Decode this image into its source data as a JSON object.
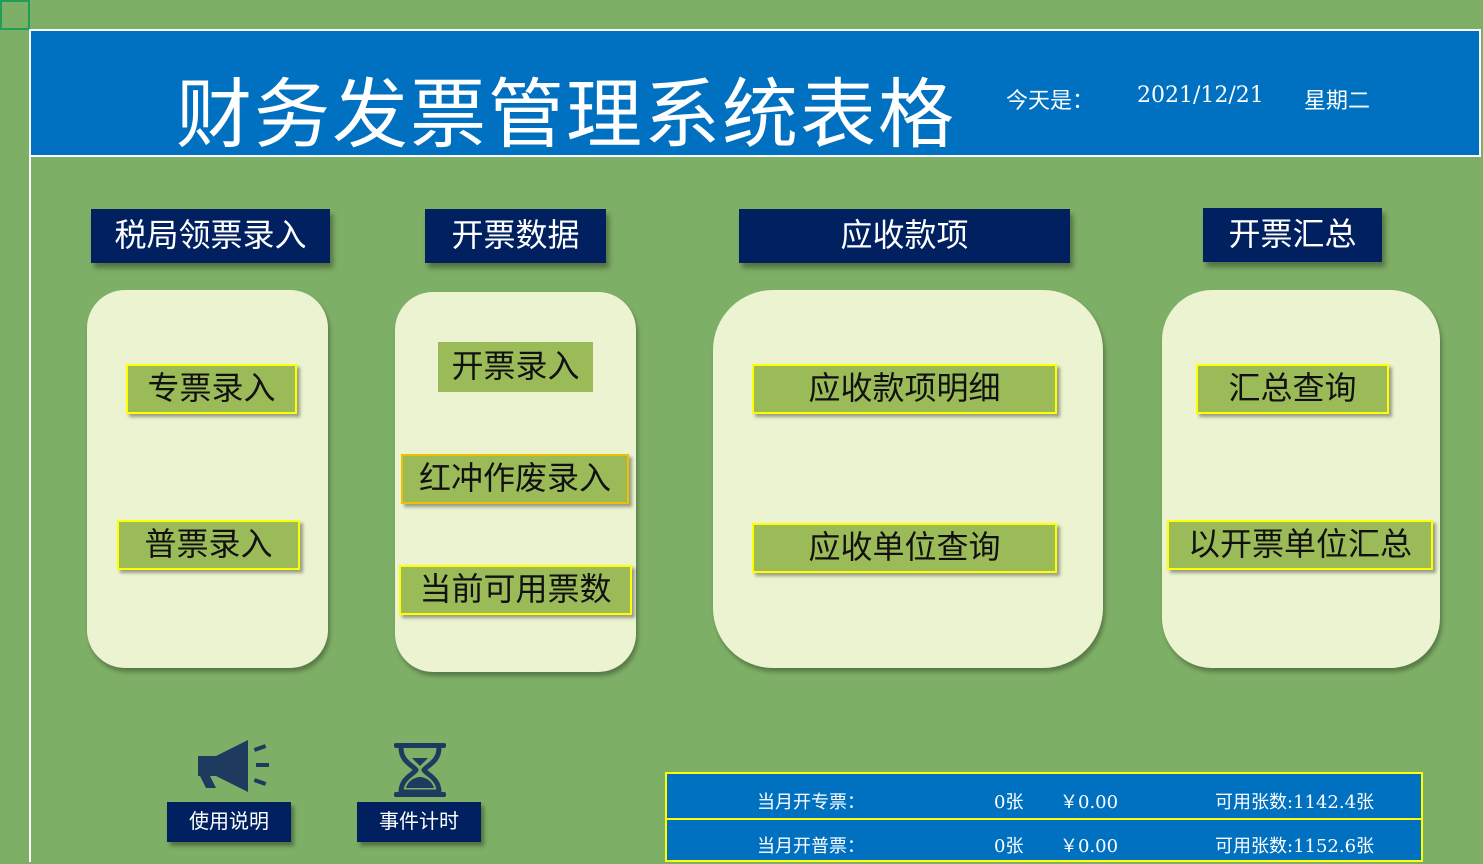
{
  "header": {
    "title": "财务发票管理系统表格",
    "today_label": "今天是：",
    "date": "2021/12/21",
    "weekday": "星期二"
  },
  "sections": [
    {
      "title": "税局领票录入",
      "buttons": [
        "专票录入",
        "普票录入"
      ]
    },
    {
      "title": "开票数据",
      "buttons": [
        "开票录入",
        "红冲作废录入",
        "当前可用票数"
      ]
    },
    {
      "title": "应收款项",
      "buttons": [
        "应收款项明细",
        "应收单位查询"
      ]
    },
    {
      "title": "开票汇总",
      "buttons": [
        "汇总查询",
        "以开票单位汇总"
      ]
    }
  ],
  "tools": [
    {
      "label": "使用说明",
      "icon": "megaphone-icon"
    },
    {
      "label": "事件计时",
      "icon": "hourglass-icon"
    }
  ],
  "stats": [
    {
      "label": "当月开专票：",
      "count": "0张",
      "amount": "￥0.00",
      "available": "可用张数:1142.4张"
    },
    {
      "label": "当月开普票：",
      "count": "0张",
      "amount": "￥0.00",
      "available": "可用张数:1152.6张"
    }
  ],
  "colors": {
    "background": "#7eaf66",
    "header": "#0070c0",
    "navy": "#002060",
    "panel": "#ebf3d0",
    "button": "#9bbb59",
    "button_border": "#ffff00"
  }
}
